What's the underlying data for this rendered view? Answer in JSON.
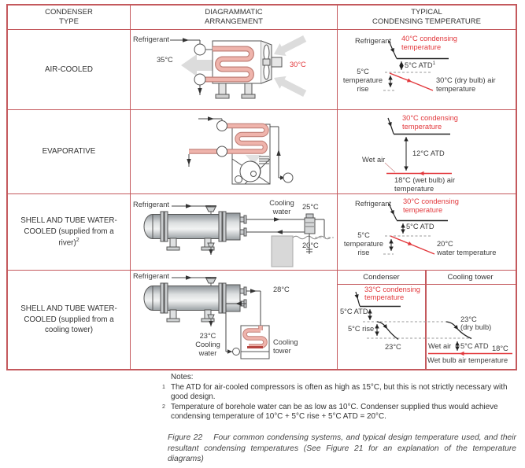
{
  "colors": {
    "accent_red": "#e2383c",
    "table_border_red": "#c4595d",
    "coil_pink": "#eeb2aa",
    "air_arrow_gray": "#dcdcdc"
  },
  "h": {
    "c1a": "CONDENSER",
    "c1b": "TYPE",
    "c2a": "DIAGRAMMATIC",
    "c2b": "ARRANGEMENT",
    "c3a": "TYPICAL",
    "c3b": "CONDENSING TEMPERATURE"
  },
  "r1": {
    "type": "AIR-COOLED",
    "d": {
      "refrigerant": "Refrigerant",
      "out": "35°C",
      "in_": "30°C"
    },
    "t": {
      "refrigerant": "Refrigerant",
      "cond": "40°C condensing temperature",
      "atd": "5°C ATD",
      "atd_sup": "1",
      "rise": "5°C temperature rise",
      "ambient": "30°C (dry bulb) air temperature"
    }
  },
  "r2": {
    "type": "EVAPORATIVE",
    "t": {
      "cond": "30°C condensing temperature",
      "atd": "12°C ATD",
      "wet": "Wet air",
      "ambient": "18°C (wet bulb) air temperature"
    }
  },
  "r3": {
    "type": "SHELL AND TUBE WATER-COOLED (supplied from a river)",
    "type_sup": "2",
    "d": {
      "refrigerant": "Refrigerant",
      "cooling_water": "Cooling water",
      "out": "25°C",
      "water": "20°C"
    },
    "t": {
      "refrigerant": "Refrigerant",
      "cond": "30°C condensing temperature",
      "atd": "5°C ATD",
      "rise": "5°C temperature rise",
      "amb1": "20°C",
      "amb2": "water temperature"
    }
  },
  "r4": {
    "type": "SHELL AND TUBE WATER-COOLED (supplied from a cooling tower)",
    "d": {
      "refrigerant": "Refrigerant",
      "out": "28°C",
      "return_": "23°C Cooling water",
      "tower": "Cooling tower"
    },
    "t": {
      "h1": "Condenser",
      "h2": "Cooling tower",
      "cond": "33°C condensing temperature",
      "atd": "5°C ATD",
      "rise": "5°C rise",
      "water": "23°C",
      "db1": "23°C",
      "db2": "(dry bulb)",
      "wet": "Wet air",
      "atd2": "5°C ATD",
      "wb": "18°C",
      "wb_label": "Wet bulb air temperature"
    }
  },
  "notes": {
    "title": "Notes:",
    "n1s": "1",
    "n1": "The ATD for air-cooled compressors is often as high as 15°C, but this is not strictly necessary with good design.",
    "n2s": "2",
    "n2": "Temperature of borehole water can be as low as 10°C.  Condenser supplied thus would achieve condensing temperature of 10°C + 5°C rise + 5°C ATD = 20°C."
  },
  "caption": {
    "label": "Figure 22",
    "text": "Four common condensing systems, and typical design temperature used, and their resultant condensing temperatures (See Figure 21 for an explanation of the temperature diagrams)"
  }
}
